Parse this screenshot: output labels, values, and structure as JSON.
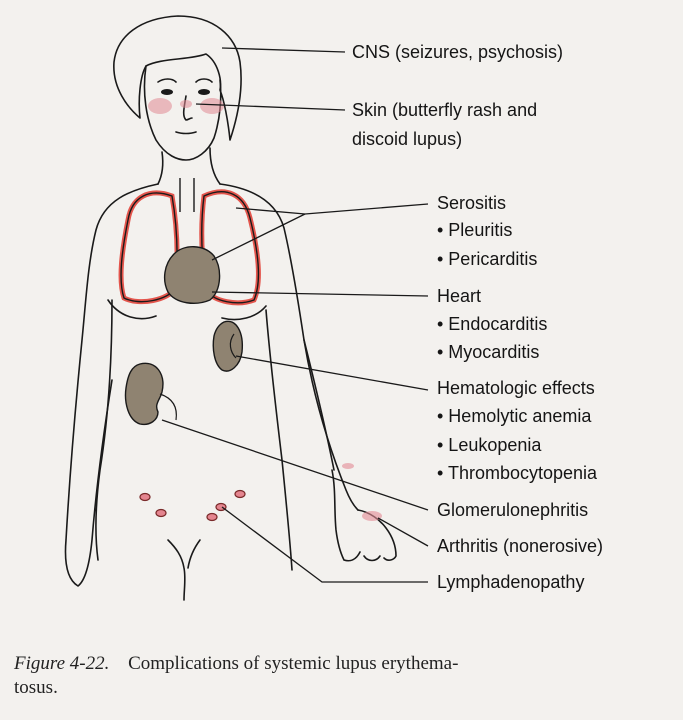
{
  "labels": {
    "cns": "CNS (seizures, psychosis)",
    "skin_line1": "Skin (butterfly rash and",
    "skin_line2": "discoid lupus)",
    "serositis": "Serositis",
    "serositis_items": [
      "• Pleuritis",
      "• Pericarditis"
    ],
    "heart": "Heart",
    "heart_items": [
      "• Endocarditis",
      "• Myocarditis"
    ],
    "hematologic": "Hematologic effects",
    "hematologic_items": [
      "• Hemolytic anemia",
      "• Leukopenia",
      "• Thrombocytopenia"
    ],
    "glomerulonephritis": "Glomerulonephritis",
    "arthritis": "Arthritis (nonerosive)",
    "lymphadenopathy": "Lymphadenopathy"
  },
  "caption": {
    "figure_number": "Figure 4-22.",
    "line1": "Complications of systemic lupus erythema-",
    "line2": "tosus."
  },
  "colors": {
    "background": "#f3f1ee",
    "line": "#1a1a1a",
    "organ_fill": "#8f8371",
    "lung_outline": "#e0392f",
    "rash": "#e28a95"
  }
}
